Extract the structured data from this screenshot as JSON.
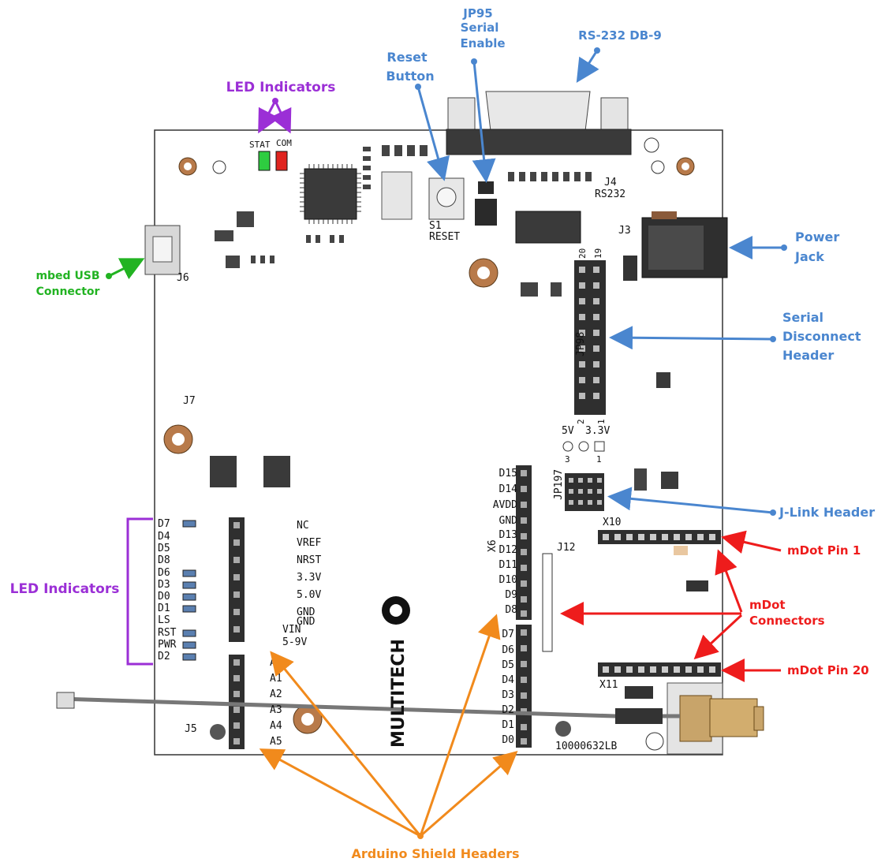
{
  "colors": {
    "blue": "#4a86cf",
    "purple": "#9b2fd6",
    "green": "#22b322",
    "orange": "#f18a1c",
    "red": "#ee1c1c"
  },
  "callouts": {
    "jp95_line1": "JP95",
    "jp95_line2": "Serial",
    "jp95_line3": "Enable",
    "rs232": "RS-232 DB-9",
    "reset_line1": "Reset",
    "reset_line2": "Button",
    "led_top": "LED Indicators",
    "led_left": "LED Indicators",
    "usb_line1": "mbed USB",
    "usb_line2": "Connector",
    "power_line1": "Power",
    "power_line2": "Jack",
    "serial_disc_line1": "Serial",
    "serial_disc_line2": "Disconnect",
    "serial_disc_line3": "Header",
    "jlink": "J-Link Header",
    "mdot_pin1": "mDot Pin 1",
    "mdot_conn_line1": "mDot",
    "mdot_conn_line2": "Connectors",
    "mdot_pin20": "mDot Pin 20",
    "arduino": "Arduino Shield Headers"
  },
  "silkscreen": {
    "stat": "STAT",
    "com": "COM",
    "j4": "J4",
    "rs232": "RS232",
    "s1": "S1",
    "reset": "RESET",
    "j3": "J3",
    "j6": "J6",
    "j7": "J7",
    "j5": "J5",
    "jp98": "JP98",
    "jp197": "JP197",
    "x6": "X6",
    "x10": "X10",
    "x11": "X11",
    "j12": "J12",
    "pin20": "20",
    "pin19": "19",
    "pin2": "2",
    "pin1": "1",
    "v5": "5V",
    "v33": "3.3V",
    "jp3": "3",
    "jp1": "1",
    "serial_number": "10000632LB",
    "brand": "MULTITECH",
    "vin_line1": "VIN",
    "vin_line2": "5-9V",
    "power_pins": [
      "NC",
      "VREF",
      "NRST",
      "3.3V",
      "5.0V",
      "GND",
      "GND"
    ],
    "analog_pins": [
      "A0",
      "A1",
      "A2",
      "A3",
      "A4",
      "A5"
    ],
    "led_labels": [
      "D7",
      "D4",
      "D5",
      "D8",
      "D6",
      "D3",
      "D0",
      "D1",
      "LS",
      "RST",
      "PWR",
      "D2"
    ],
    "digital_high": [
      "D15",
      "D14",
      "AVDD",
      "GND",
      "D13",
      "D12",
      "D11",
      "D10",
      "D9",
      "D8"
    ],
    "digital_low": [
      "D7",
      "D6",
      "D5",
      "D4",
      "D3",
      "D2",
      "D1",
      "D0"
    ]
  }
}
